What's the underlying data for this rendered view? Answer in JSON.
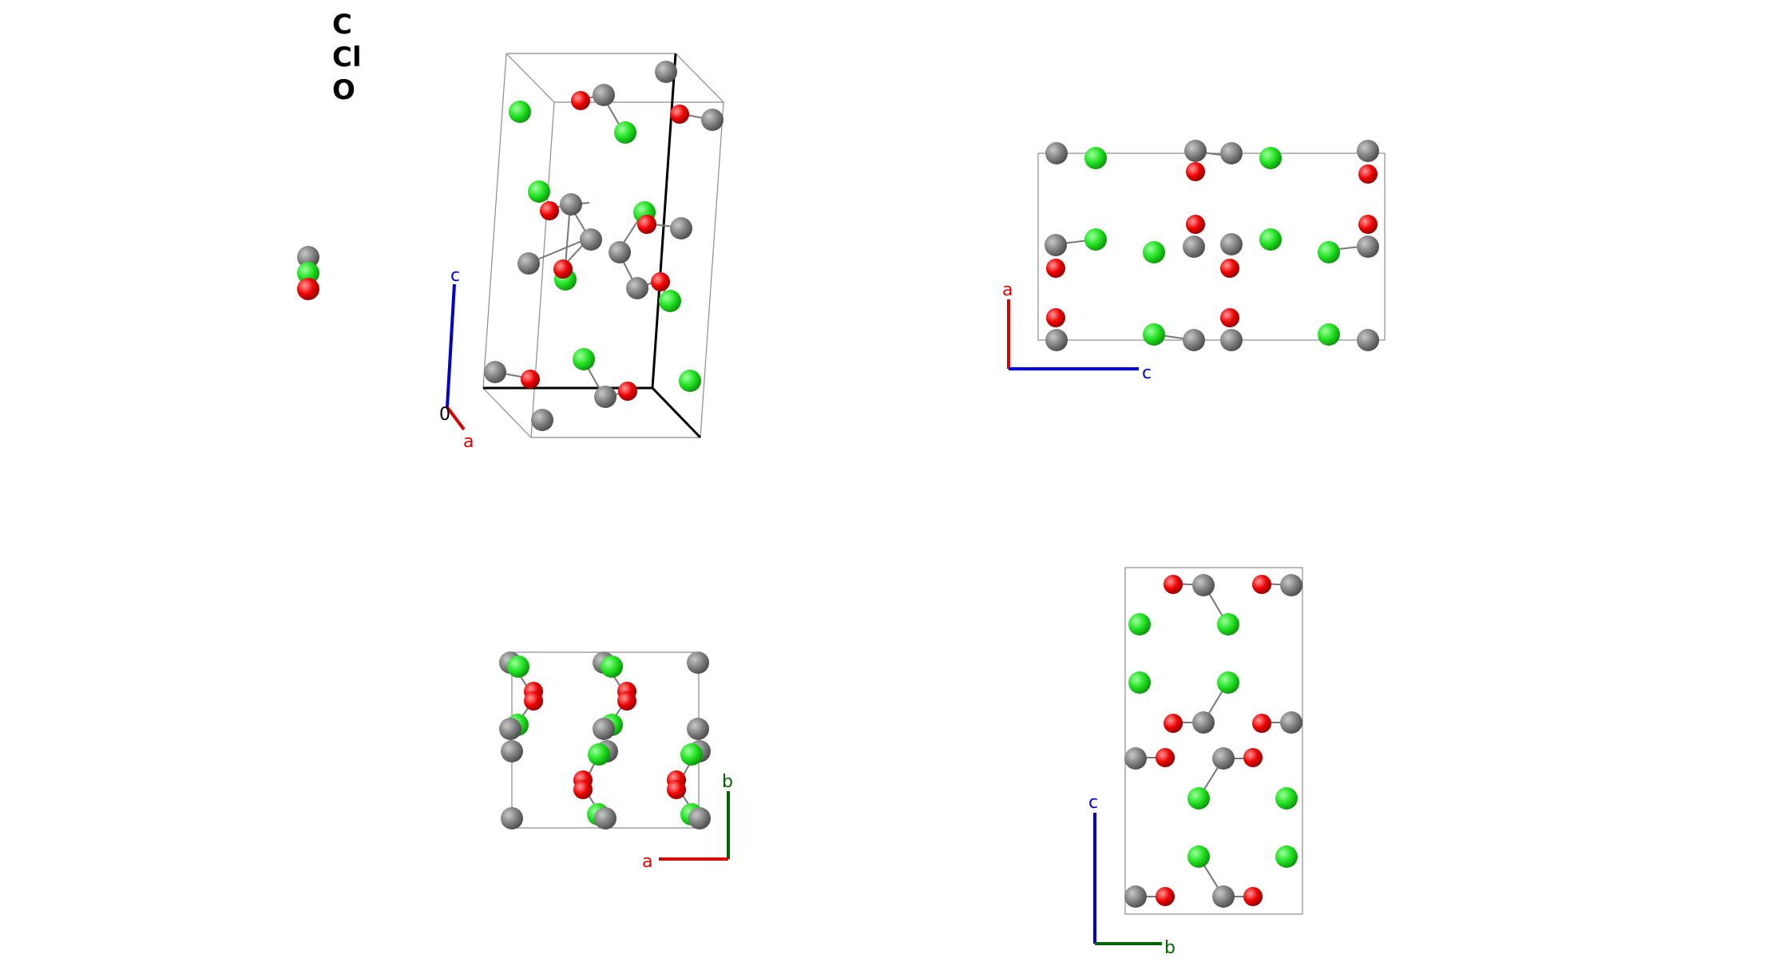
{
  "legend": {
    "items": [
      {
        "symbol": "C",
        "color": "#808080"
      },
      {
        "symbol": "Cl",
        "color": "#1fe01f"
      },
      {
        "symbol": "O",
        "color": "#ee0000"
      }
    ]
  },
  "axes": {
    "a": {
      "label": "a",
      "color": "#dd0000"
    },
    "b": {
      "label": "b",
      "color": "#006400"
    },
    "c": {
      "label": "c",
      "color": "#0000cc"
    },
    "origin": {
      "label": "0"
    }
  }
}
